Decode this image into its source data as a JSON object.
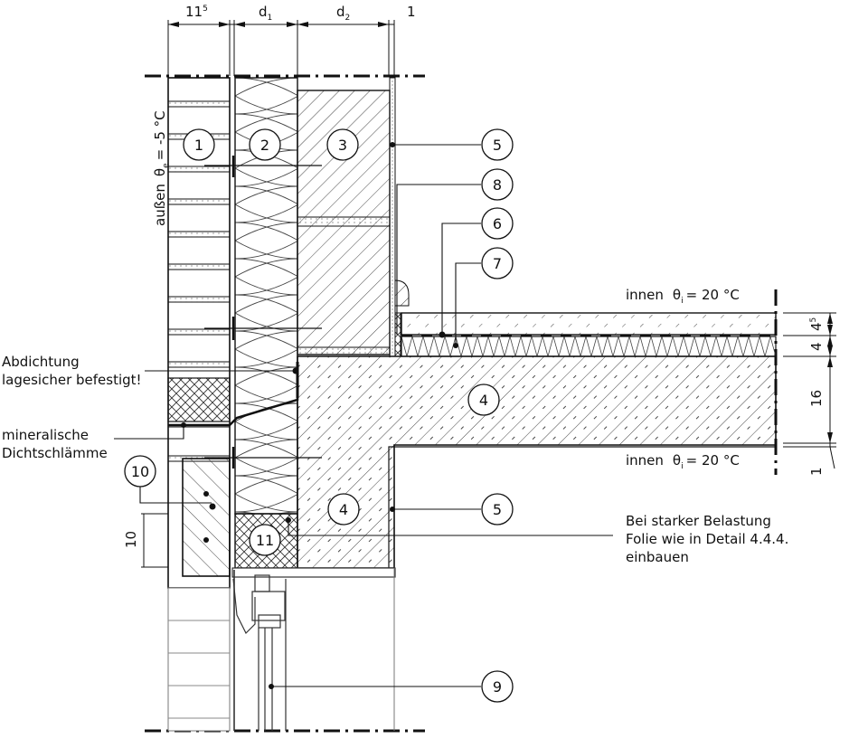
{
  "title": "Wall-floor junction construction detail (section)",
  "dimensions": {
    "top": [
      {
        "label": "11",
        "sup": "5"
      },
      {
        "label": "d",
        "sub": "1"
      },
      {
        "label": "d",
        "sub": "2"
      },
      {
        "label": "1"
      }
    ],
    "right": [
      {
        "label": "4",
        "sup": "5"
      },
      {
        "label": "4"
      },
      {
        "label": "16"
      },
      {
        "label": "1"
      }
    ],
    "left": [
      {
        "label": "10"
      }
    ]
  },
  "climate": {
    "outside": {
      "label": "außen",
      "symbol": "θ",
      "sub": "e",
      "value": "= -5 °C"
    },
    "inside_top": {
      "label": "innen",
      "symbol": "θ",
      "sub": "i",
      "value": "= 20 °C"
    },
    "inside_bottom": {
      "label": "innen",
      "symbol": "θ",
      "sub": "i",
      "value": "= 20 °C"
    }
  },
  "annotations": {
    "sealing": [
      "Abdichtung",
      "lagesicher befestigt!"
    ],
    "slurry": [
      "mineralische",
      "Dichtschlämme"
    ],
    "heavy_load": [
      "Bei starker Belastung",
      "Folie wie in Detail 4.4.4.",
      "einbauen"
    ]
  },
  "callouts": [
    {
      "id": "1"
    },
    {
      "id": "2"
    },
    {
      "id": "3"
    },
    {
      "id": "4"
    },
    {
      "id": "4"
    },
    {
      "id": "5"
    },
    {
      "id": "5"
    },
    {
      "id": "6"
    },
    {
      "id": "7"
    },
    {
      "id": "8"
    },
    {
      "id": "9"
    },
    {
      "id": "10"
    },
    {
      "id": "11"
    }
  ],
  "colors": {
    "line": "#111111",
    "hatch": "#333333",
    "paper": "#ffffff",
    "thin": "#666666"
  }
}
